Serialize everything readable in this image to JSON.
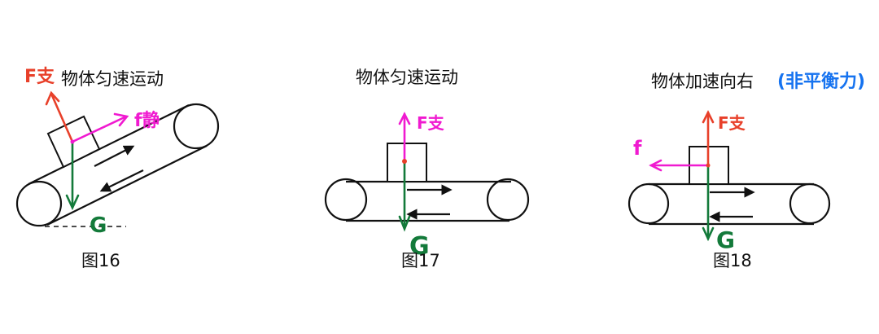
{
  "colors": {
    "support": "#e8402a",
    "friction": "#f01ad0",
    "gravity": "#137a3a",
    "annotation": "#1673f0",
    "ink": "#111111"
  },
  "figures": [
    {
      "id": "fig16",
      "title": "物体匀速运动",
      "caption": "图16",
      "forces": {
        "support_label": "F支",
        "friction_label": "f静",
        "gravity_label": "G"
      }
    },
    {
      "id": "fig17",
      "title": "物体匀速运动",
      "caption": "图17",
      "forces": {
        "support_label": "F支",
        "gravity_label": "G"
      }
    },
    {
      "id": "fig18",
      "title": "物体加速向右",
      "annotation": "(非平衡力)",
      "caption": "图18",
      "forces": {
        "support_label": "F支",
        "friction_label": "f",
        "gravity_label": "G"
      }
    }
  ]
}
